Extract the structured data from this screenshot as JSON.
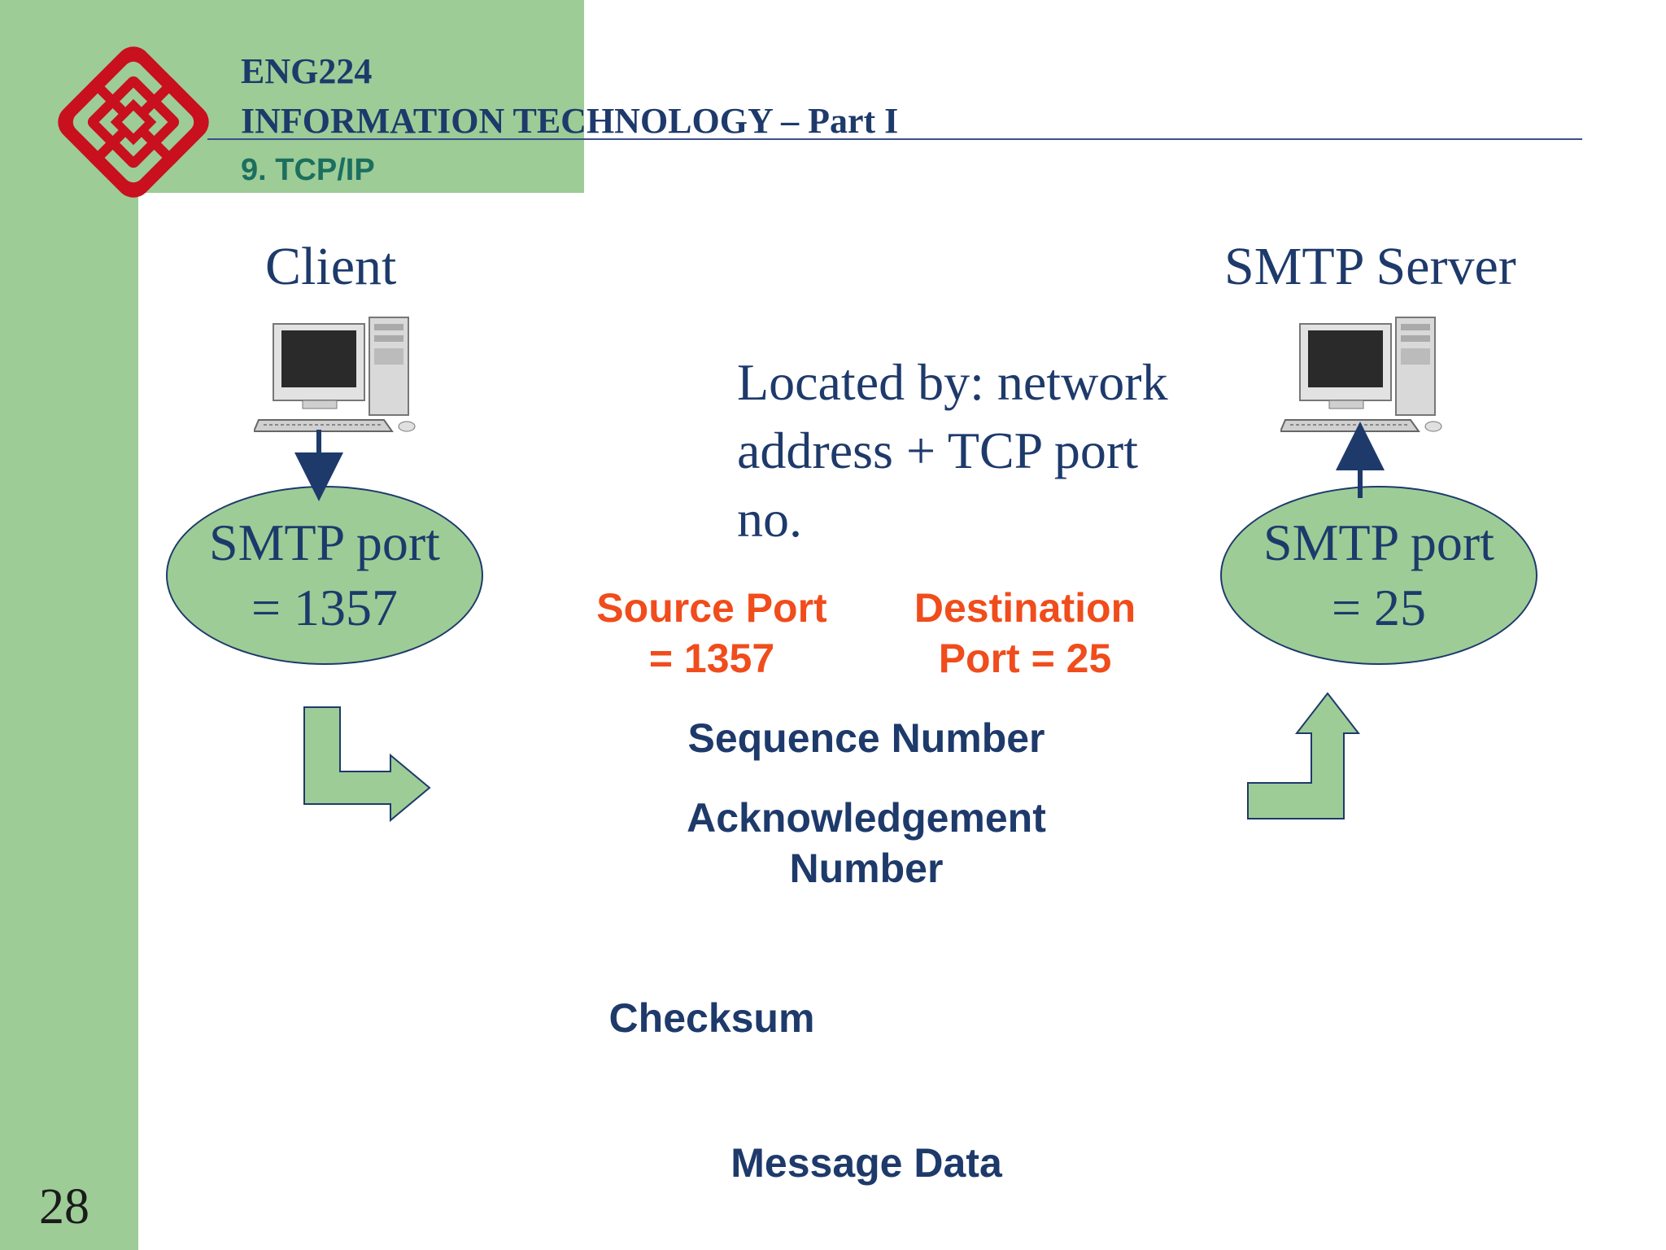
{
  "header": {
    "course_code": "ENG224",
    "course_title": "INFORMATION TECHNOLOGY – Part I",
    "section": "9. TCP/IP"
  },
  "page_number": "28",
  "client": {
    "label": "Client",
    "port_line1": "SMTP port",
    "port_line2": "= 1357"
  },
  "server": {
    "label": "SMTP Server",
    "port_line1": "SMTP port",
    "port_line2": "= 25"
  },
  "note": {
    "line1": "Located by: network",
    "line2": "address + TCP port",
    "line3": "no."
  },
  "segment": {
    "source_port_line1": "Source Port",
    "source_port_line2": "= 1357",
    "dest_port_line1": "Destination",
    "dest_port_line2": "Port = 25",
    "sequence_number": "Sequence Number",
    "ack_line1": "Acknowledgement",
    "ack_line2": "Number",
    "checksum": "Checksum",
    "message_data": "Message Data"
  },
  "colors": {
    "green": "#9dcc97",
    "navy": "#1e3a6b",
    "orange": "#f04c1c",
    "teal": "#1c6f5f",
    "logo_red": "#c8101e"
  }
}
